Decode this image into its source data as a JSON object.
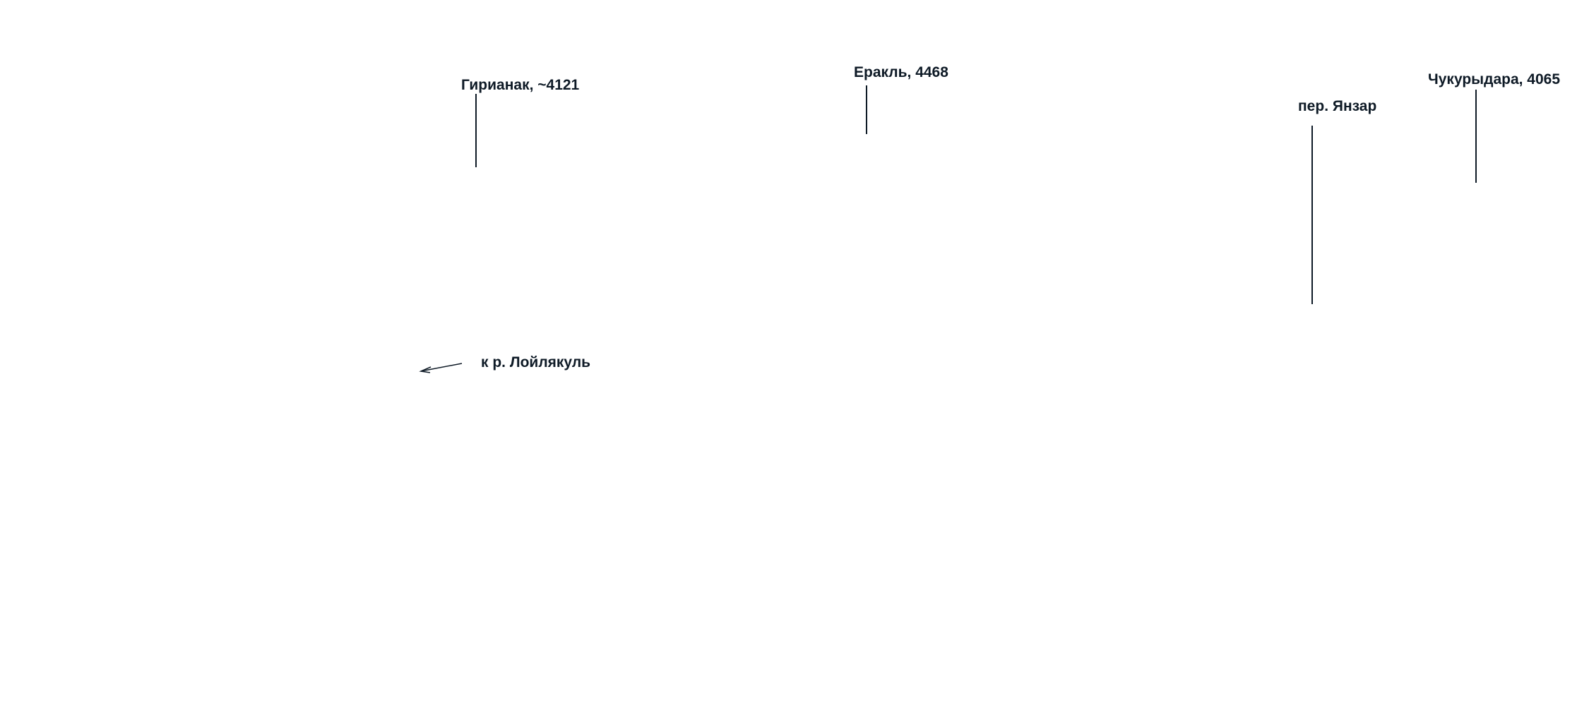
{
  "labels": {
    "girianak": "Гирианак, ~4121",
    "erakl": "Еракль, 4468",
    "yanzar": "пер. Янзар",
    "chukurydara": "Чукурыдара, 4065",
    "loylyakul": "к р. Лойлякуль"
  },
  "colors": {
    "ink": "#0e1a26",
    "background": "#ffffff"
  }
}
